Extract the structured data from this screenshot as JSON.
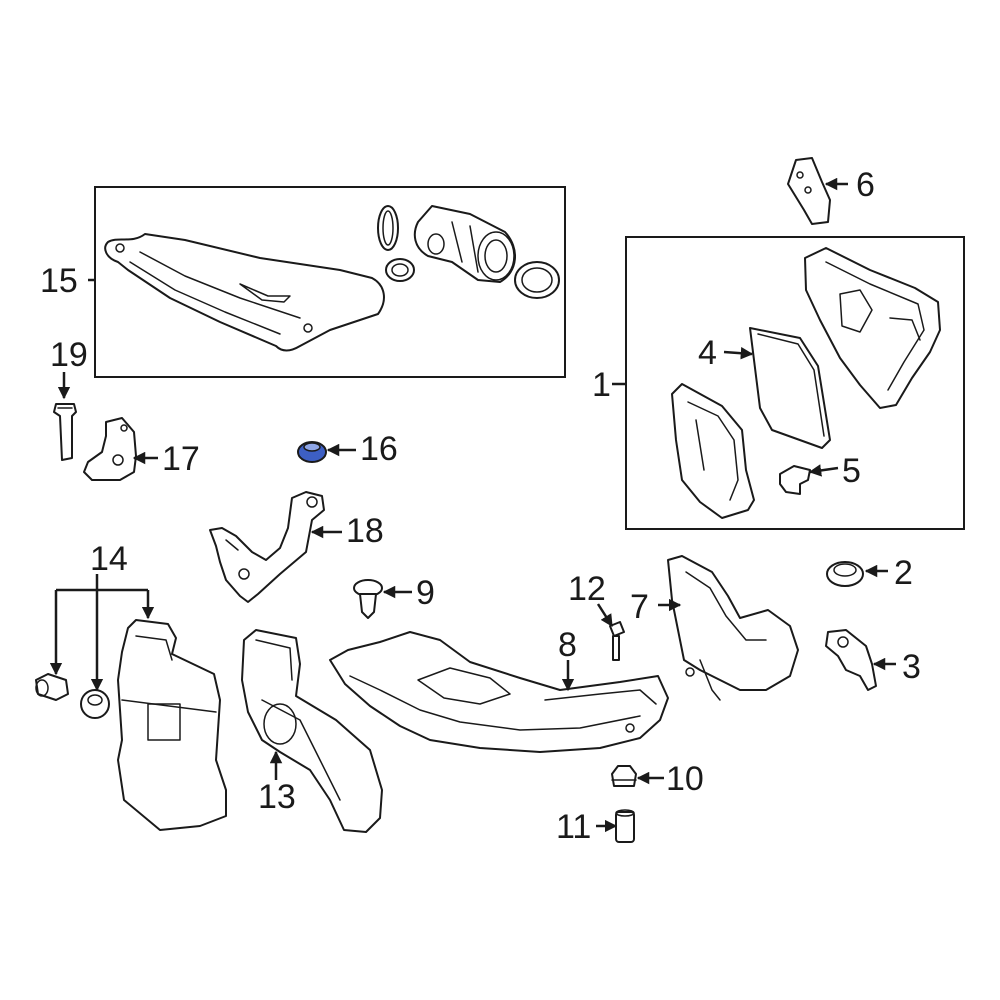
{
  "colors": {
    "line": "#1a1a1a",
    "highlight": "#3d5fc4",
    "background": "#ffffff"
  },
  "callouts": {
    "c1": "1",
    "c2": "2",
    "c3": "3",
    "c4": "4",
    "c5": "5",
    "c6": "6",
    "c7": "7",
    "c8": "8",
    "c9": "9",
    "c10": "10",
    "c11": "11",
    "c12": "12",
    "c13": "13",
    "c14": "14",
    "c15": "15",
    "c16": "16",
    "c17": "17",
    "c18": "18",
    "c19": "19"
  },
  "highlighted_part": "16"
}
